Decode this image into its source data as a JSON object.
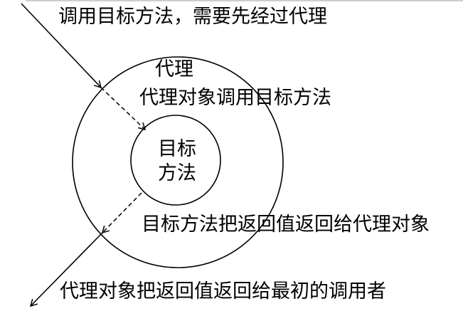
{
  "diagram": {
    "call_text": "调用目标方法，需要先经过代理",
    "proxy_label": "代理",
    "proxy_call_text": "代理对象调用目标方法",
    "target_line1": "目标",
    "target_line2": "方法",
    "return_to_proxy_text": "目标方法把返回值返回给代理对象",
    "return_to_caller_text": "代理对象把返回值返回给最初的调用者"
  },
  "colors": {
    "stroke": "#000000",
    "background": "#ffffff"
  }
}
